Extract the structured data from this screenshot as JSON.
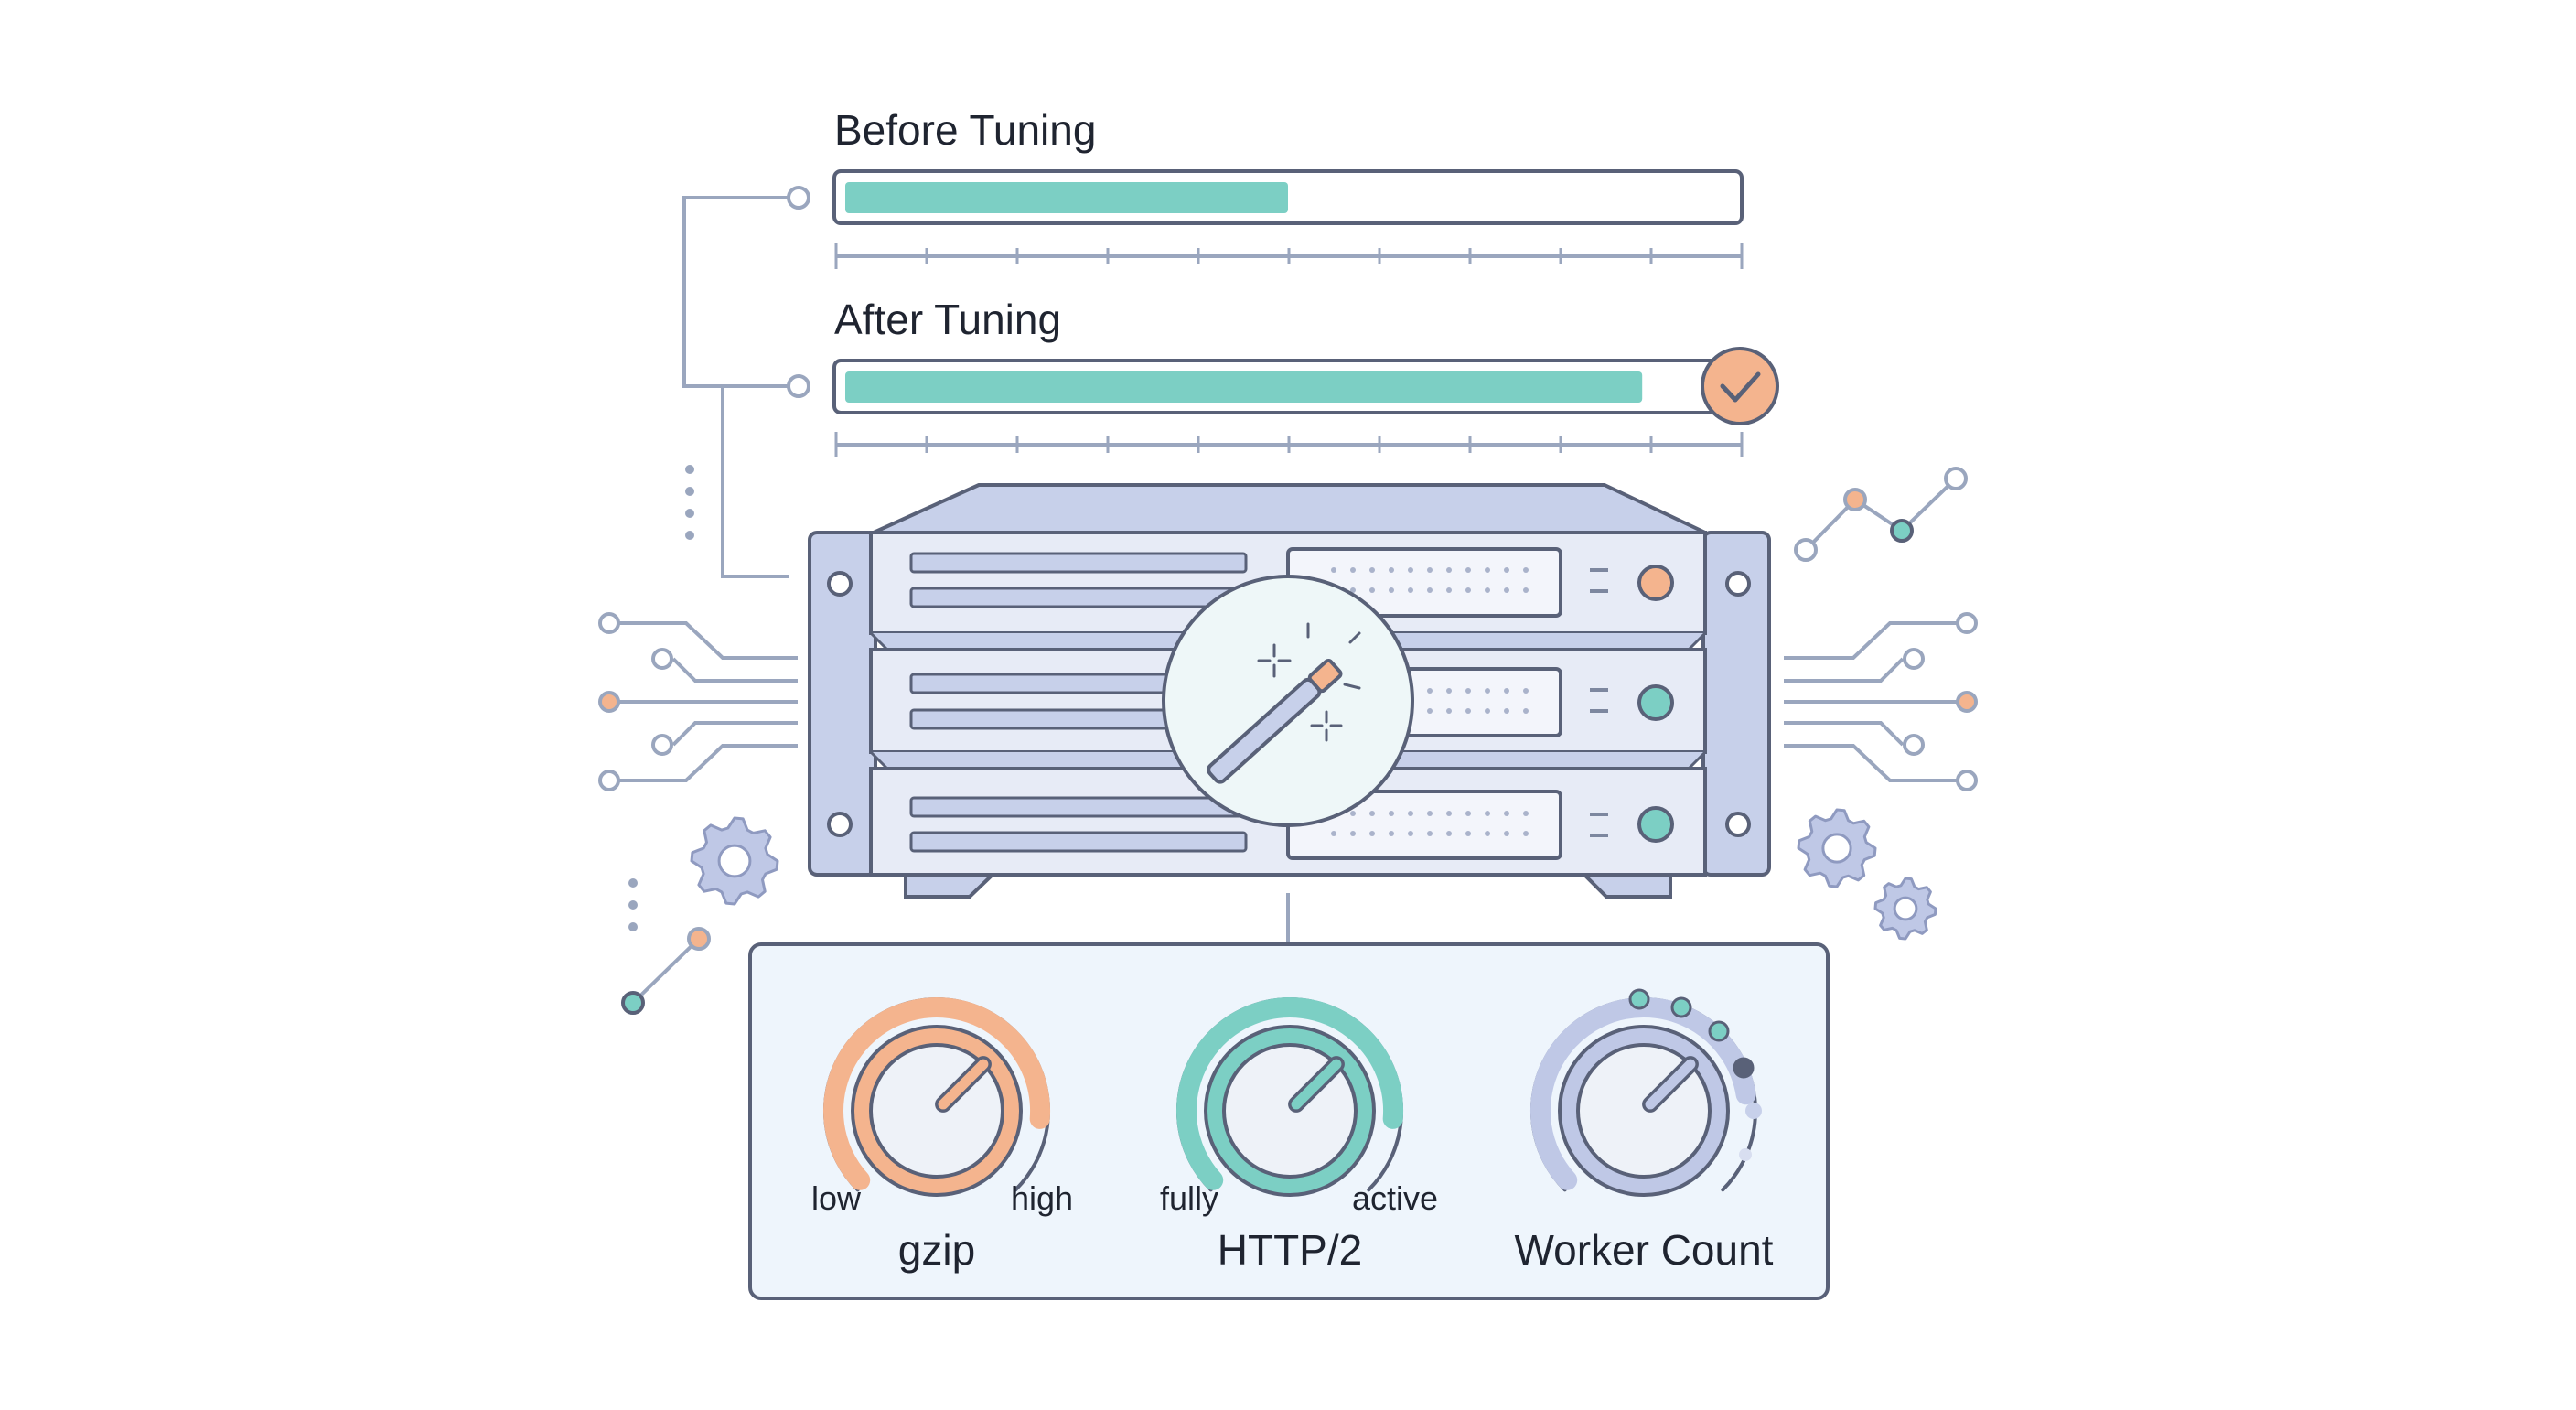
{
  "colors": {
    "outline": "#596178",
    "wire": "#9aa6be",
    "teal": "#7ccfc4",
    "teal_dark": "#5fb5aa",
    "orange": "#f4b48e",
    "periwinkle": "#bfc8e6",
    "server_fill": "#c7d0ea",
    "panel_fill": "#eef5fc",
    "text": "#1f2430"
  },
  "before": {
    "label": "Before Tuning",
    "fill_fraction": 0.5
  },
  "after": {
    "label": "After Tuning",
    "fill_fraction": 0.9,
    "badge_icon": "check-icon"
  },
  "server": {
    "icon": "magic-wand-icon",
    "units": 3
  },
  "knobs": [
    {
      "name": "gzip",
      "min_label": "low",
      "max_label": "high",
      "color": "orange",
      "level": 0.85
    },
    {
      "name": "HTTP/2",
      "min_label": "fully",
      "max_label": "active",
      "color": "teal",
      "level": 0.85
    },
    {
      "name": "Worker Count",
      "min_label": "",
      "max_label": "",
      "color": "periwinkle",
      "level": 0.8
    }
  ]
}
